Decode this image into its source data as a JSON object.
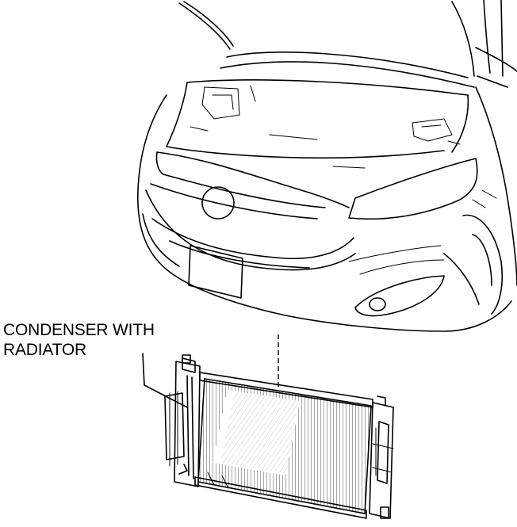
{
  "callout": {
    "line1": "CONDENSER WITH",
    "line2": "RADIATOR"
  },
  "figure": {
    "subject": "car-front-and-condenser-radiator-assembly"
  }
}
